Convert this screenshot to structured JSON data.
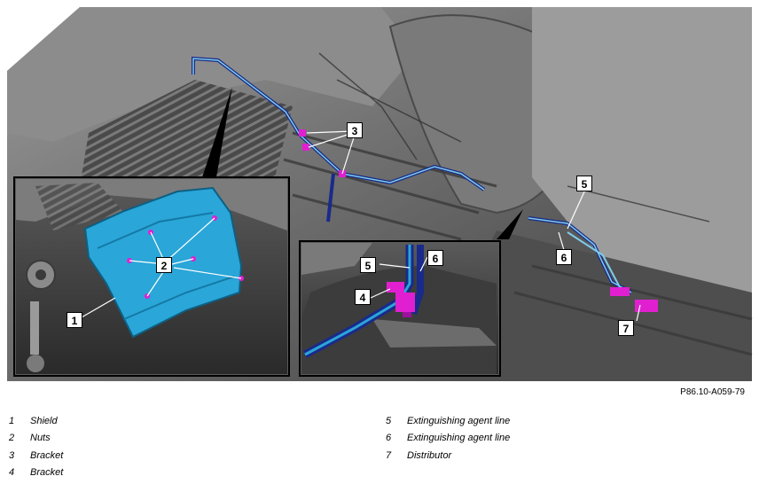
{
  "figure_code": "P86.10-A059-79",
  "callouts": [
    {
      "number": "1"
    },
    {
      "number": "2"
    },
    {
      "number": "3"
    },
    {
      "number": "4"
    },
    {
      "number": "5"
    },
    {
      "number": "6"
    },
    {
      "number": "7"
    }
  ],
  "legend": [
    {
      "number": "1",
      "label": "Shield"
    },
    {
      "number": "2",
      "label": "Nuts"
    },
    {
      "number": "3",
      "label": "Bracket"
    },
    {
      "number": "4",
      "label": "Bracket"
    },
    {
      "number": "5",
      "label": "Extinguishing agent line"
    },
    {
      "number": "6",
      "label": "Extinguishing agent line"
    },
    {
      "number": "7",
      "label": "Distributor"
    }
  ],
  "colors": {
    "shield": "#2aa6d8",
    "highlight": "#e020d0",
    "line_dark": "#1a2a8a",
    "line_light": "#7ecbe8",
    "body_grey": "#6b6b6b"
  }
}
